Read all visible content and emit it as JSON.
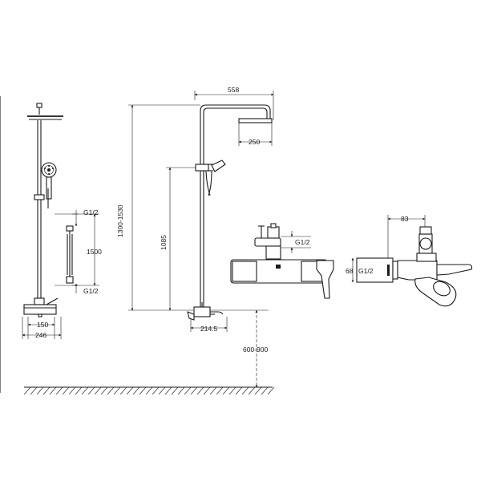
{
  "dimensions": {
    "overall_width_arm": "558",
    "head_diameter": "250",
    "total_height": "1300-1530",
    "bar_height": "1085",
    "bar_offset": "214.5",
    "install_height": "600-900",
    "thread_top": "G1/2",
    "thread_bottom": "G1/2",
    "hose_length": "1500",
    "mixer_inner": "150",
    "mixer_outer": "246",
    "mixer_thread": "G1/2",
    "side_offset": "83",
    "side_height": "68",
    "side_thread": "G1/2"
  }
}
